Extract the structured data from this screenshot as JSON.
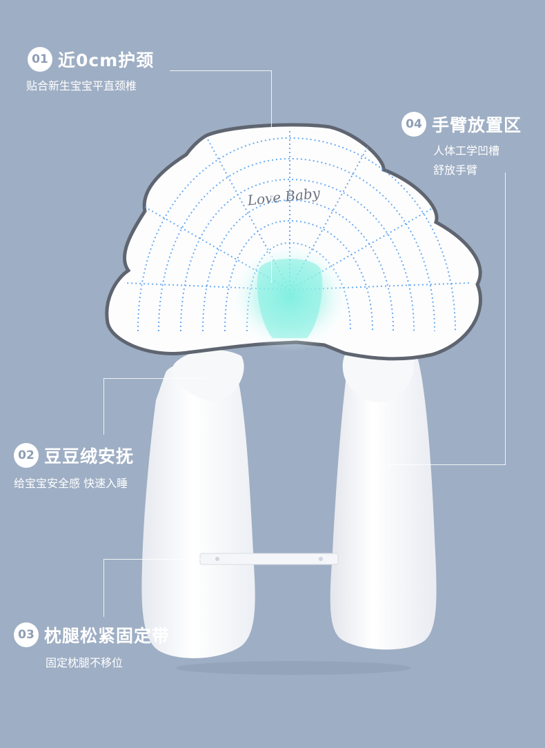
{
  "features": [
    {
      "number": "01",
      "title": "近0cm护颈",
      "lines": [
        "贴合新生宝宝平直颈椎"
      ]
    },
    {
      "number": "02",
      "title": "豆豆绒安抚",
      "lines": [
        "给宝宝安全感  快速入睡"
      ]
    },
    {
      "number": "03",
      "title": "枕腿松紧固定带",
      "lines": [
        "固定枕腿不移位"
      ]
    },
    {
      "number": "04",
      "title": "手臂放置区",
      "lines": [
        "人体工学凹槽",
        "舒放手臂"
      ]
    }
  ],
  "product": {
    "embroidery": "Love Baby"
  },
  "colors": {
    "background": "#9eaec4",
    "badge_text": "#8d9db4",
    "stitch": "#4a9bf0",
    "piping": "#5f6570"
  }
}
